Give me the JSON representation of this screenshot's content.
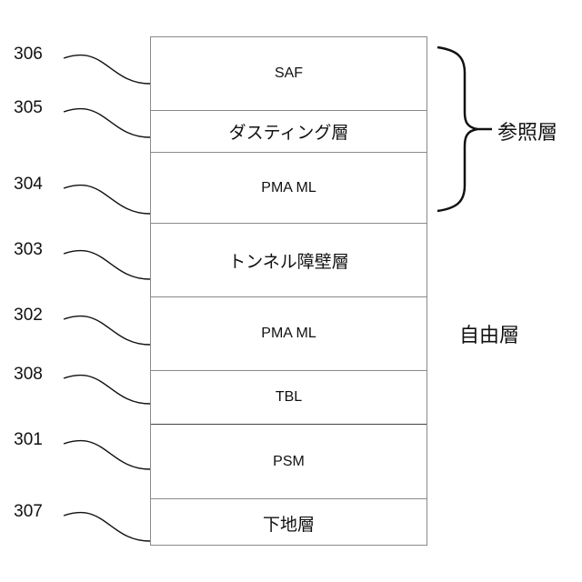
{
  "layers": [
    {
      "ref": "306",
      "label": "SAF"
    },
    {
      "ref": "305",
      "label": "ダスティング層"
    },
    {
      "ref": "304",
      "label": "PMA ML"
    },
    {
      "ref": "303",
      "label": "トンネル障壁層"
    },
    {
      "ref": "302",
      "label": "PMA ML"
    },
    {
      "ref": "308",
      "label": "TBL"
    },
    {
      "ref": "301",
      "label": "PSM"
    },
    {
      "ref": "307",
      "label": "下地層"
    }
  ],
  "groups": {
    "reference_layer": "参照層",
    "free_layer": "自由層"
  }
}
